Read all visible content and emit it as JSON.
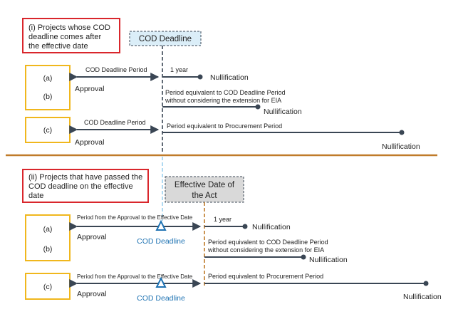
{
  "top": {
    "header_lines": [
      "(i) Projects whose COD",
      "deadline comes after",
      "the effective date"
    ],
    "cod_deadline_box": "COD Deadline",
    "row_labels": {
      "a": "(a)",
      "b": "(b)",
      "c": "(c)"
    },
    "approval": "Approval",
    "row_a": {
      "left_label": "COD Deadline Period",
      "right_label": "1 year",
      "end_label": "Nullification"
    },
    "row_b": {
      "label_lines": [
        "Period equivalent to COD Deadline Period",
        "without considering the extension for EIA"
      ],
      "end_label": "Nullification"
    },
    "row_c": {
      "left_label": "COD Deadline Period",
      "right_label": "Period equivalent to Procurement Period",
      "end_label": "Nullification"
    }
  },
  "bottom": {
    "header_lines": [
      "(ii) Projects that have passed the",
      "COD deadline on the effective",
      "date"
    ],
    "effective_date_box_lines": [
      "Effective Date of",
      "the Act"
    ],
    "row_labels": {
      "a": "(a)",
      "b": "(b)",
      "c": "(c)"
    },
    "approval": "Approval",
    "cod_deadline_marker": "COD Deadline",
    "row_a": {
      "left_label": "Period from the Approval to the Effective Date",
      "right_label": "1 year",
      "end_label": "Nullification"
    },
    "row_b": {
      "label_lines": [
        "Period equivalent to COD Deadline Period",
        "without considering the extension for EIA"
      ],
      "end_label": "Nullification"
    },
    "row_c": {
      "left_label": "Period from the Approval to the Effective Date",
      "right_label": "Period equivalent to Procurement Period",
      "end_label": "Nullification"
    }
  },
  "colors": {
    "red_border": "#d9262c",
    "yellow_border": "#f0b71d",
    "timeline": "#3a4654",
    "divider": "#c07b2a",
    "cod_box_fill": "#dbeef8",
    "effective_box_fill": "#d9d9d9",
    "blue": "#1f73b3",
    "light_blue": "#9bd0ee"
  }
}
